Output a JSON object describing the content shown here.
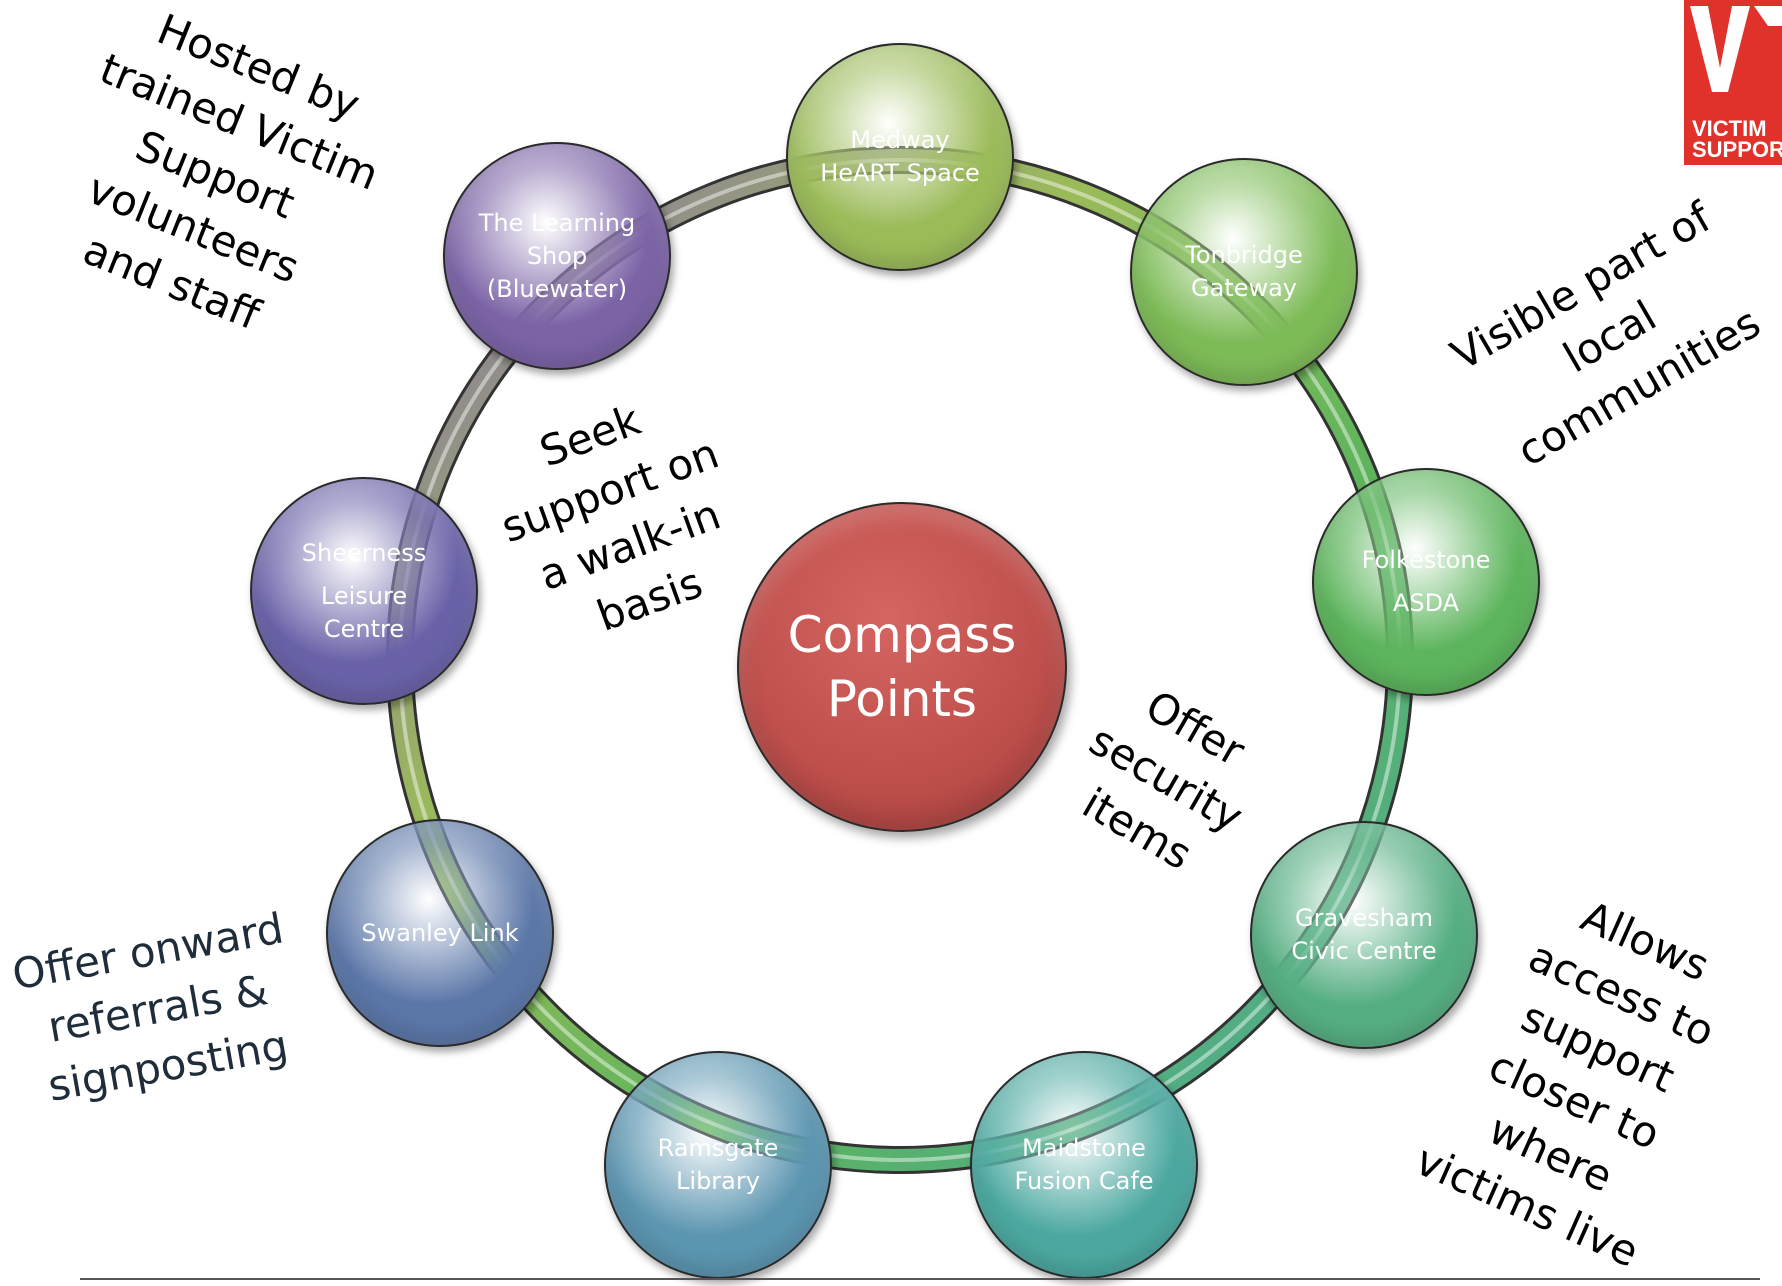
{
  "center": {
    "lines": [
      "Compass",
      "Points"
    ],
    "color": "#c0504d"
  },
  "nodes": [
    {
      "lines": [
        "Medway",
        "HeART Space"
      ],
      "color": "#9bbb59"
    },
    {
      "lines": [
        "Tonbridge",
        "Gateway"
      ],
      "color": "#7dbb57"
    },
    {
      "lines": [
        "Folkestone",
        "ASDA"
      ],
      "color": "#5cb45c"
    },
    {
      "lines": [
        "Gravesham",
        "Civic Centre"
      ],
      "color": "#55ae82"
    },
    {
      "lines": [
        "Maidstone",
        "Fusion Cafe"
      ],
      "color": "#4ba8a0"
    },
    {
      "lines": [
        "Ramsgate",
        "Library"
      ],
      "color": "#5b95b0"
    },
    {
      "lines": [
        "Swanley Link"
      ],
      "color": "#5b77a8"
    },
    {
      "lines": [
        "Sheerness",
        "Leisure",
        "Centre"
      ],
      "color": "#6962a8"
    },
    {
      "lines": [
        "The Learning",
        "Shop",
        "(Bluewater)"
      ],
      "color": "#7b63a6"
    }
  ],
  "notes": {
    "hosted": [
      "Hosted by",
      "trained Victim",
      "Support",
      "volunteers",
      "and staff"
    ],
    "seek": [
      "Seek",
      "support on",
      "a walk-in",
      "basis"
    ],
    "visible": [
      "Visible part of",
      "local",
      "communities"
    ],
    "offer_security": [
      "Offer",
      "security",
      "items"
    ],
    "onward": [
      "Offer onward",
      "referrals &",
      "signposting"
    ],
    "allows": [
      "Allows",
      "access to",
      "support",
      "closer to",
      "where",
      "victims live"
    ]
  },
  "logo": {
    "lines": [
      "VICTIM",
      "SUPPORT"
    ],
    "color": "#e0312a"
  }
}
